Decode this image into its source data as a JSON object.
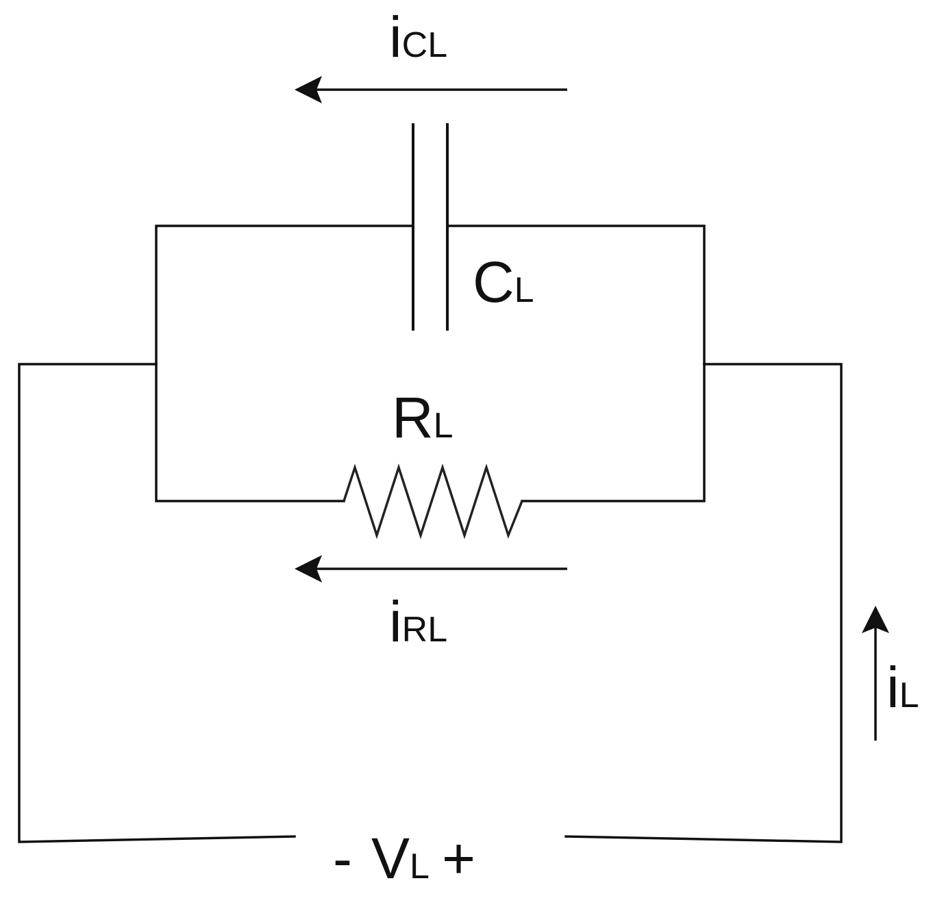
{
  "labels": {
    "i_cl": {
      "main": "i",
      "sub": "CL"
    },
    "c_l": {
      "main": "C",
      "sub": "L"
    },
    "r_l": {
      "main": "R",
      "sub": "L"
    },
    "i_rl": {
      "main": "i",
      "sub": "RL"
    },
    "i_l": {
      "main": "i",
      "sub": "L"
    },
    "v_l": {
      "minus": "-",
      "main": "V",
      "sub": "L",
      "plus": "+"
    }
  },
  "colors": {
    "ink": "#111111",
    "background": "#ffffff"
  }
}
